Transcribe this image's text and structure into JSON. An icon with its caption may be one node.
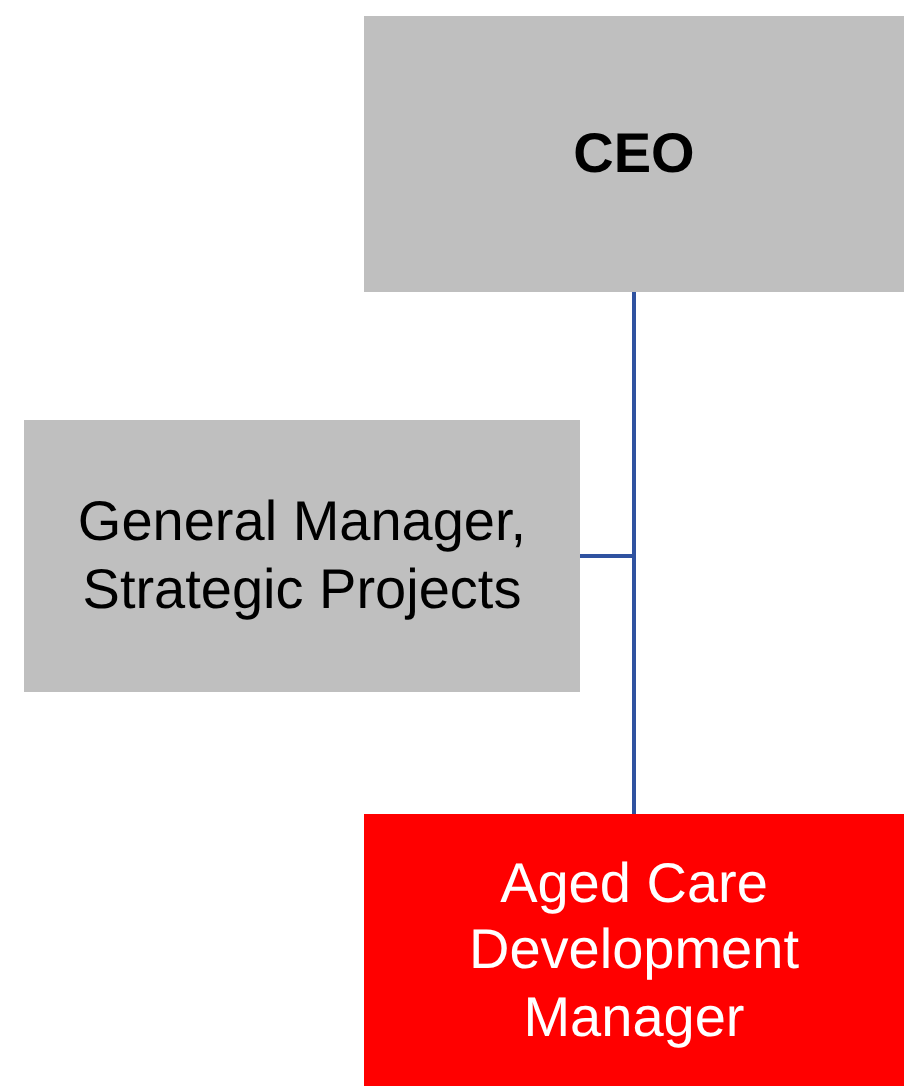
{
  "diagram": {
    "nodes": [
      {
        "text": [
          "CEO"
        ]
      },
      {
        "text": [
          "General Manager, Strategic Projects"
        ]
      },
      {
        "text": [
          "Aged Care Development Manager"
        ]
      }
    ],
    "edges": [
      {
        "from": 0,
        "to": 2,
        "arrow": "none"
      },
      {
        "from": 1,
        "to": 0,
        "arrow": "none"
      }
    ]
  }
}
